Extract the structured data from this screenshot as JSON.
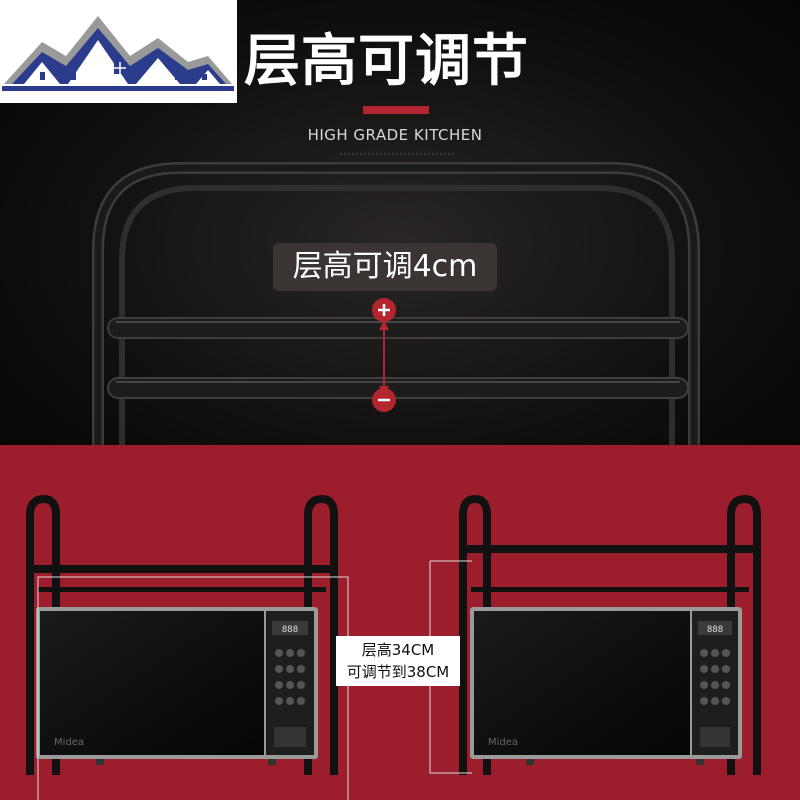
{
  "headline": "层高可调节",
  "subtitle": "HIGH GRADE KITCHEN",
  "callout": "层高可调4cm",
  "plus_symbol": "+",
  "minus_symbol": "−",
  "spec": {
    "line1": "层高34CM",
    "line2": "可调节到38CM"
  },
  "microwave_brand": "Midea",
  "icons": [
    "house-logo-icon",
    "plus-icon",
    "minus-icon",
    "double-arrow-icon"
  ],
  "colors": {
    "brand_red": "#b3252f",
    "background_red": "#9c1e2c",
    "logo_blue": "#2c3c8c",
    "logo_gray": "#9a9a9a"
  }
}
